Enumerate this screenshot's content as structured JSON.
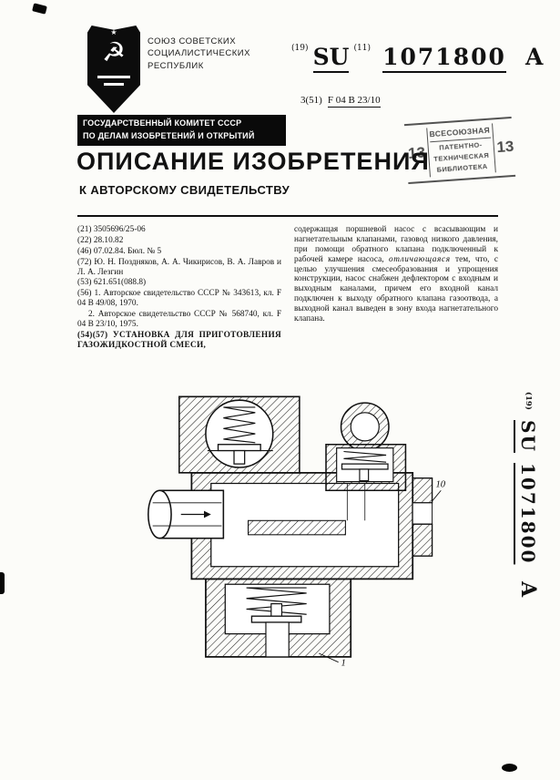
{
  "page": {
    "emblem_star": "★",
    "emblem_glyph": "☭",
    "union_lines": [
      "СОЮЗ СОВЕТСКИХ",
      "СОЦИАЛИСТИЧЕСКИХ",
      "РЕСПУБЛИК"
    ],
    "doc_codes": {
      "code19": "(19)",
      "country": "SU",
      "code11": "(11)",
      "number": "1071800",
      "kind": "A"
    },
    "class_line": {
      "prefix": "3(51)",
      "code": "F 04 B 23/10"
    },
    "committee_lines": [
      "ГОСУДАРСТВЕННЫЙ КОМИТЕТ СССР",
      "ПО ДЕЛАМ ИЗОБРЕТЕНИЙ И ОТКРЫТИЙ"
    ],
    "stamp": {
      "left_number": "13",
      "right_number": "13",
      "lines": [
        "ВСЕСОЮЗНАЯ",
        "ПАТЕНТНО-",
        "ТЕХНИЧЕСКАЯ",
        "БИБЛИОТЕКА"
      ]
    },
    "title": "ОПИСАНИЕ ИЗОБРЕТЕНИЯ",
    "subtitle": "К АВТОРСКОМУ СВИДЕТЕЛЬСТВУ"
  },
  "biblio": {
    "entries": [
      "(21) 3505696/25-06",
      "(22) 28.10.82",
      "(46) 07.02.84. Бюл. № 5",
      "(72) Ю. Н. Поздняков, А. А. Чикирисов, В. А. Лавров и Л. А. Лезгин",
      "(53) 621.651(088.8)",
      "(56) 1. Авторское свидетельство СССР № 343613, кл. F 04 B 49/08, 1970.",
      "2. Авторское свидетельство СССР № 568740, кл. F 04 B 23/10, 1975."
    ],
    "title_entry": "(54)(57) УСТАНОВКА ДЛЯ ПРИГОТОВЛЕНИЯ ГАЗОЖИДКОСТНОЙ СМЕСИ,"
  },
  "abstract": {
    "part1": "содержащая поршневой насос с всасывающим и нагнетательным клапанами, газовод низкого давления, при помощи обратного клапана подключенный к рабочей камере насоса, ",
    "emphasis": "отличающаяся",
    "part2": " тем, что, с целью улучшения смесеобразования и упрощения конструкции, насос снабжен дефлектором с входным и выходным каналами, причем его входной канал подключен к выходу обратного клапана газоотвода, а выходной канал выведен в зону входа нагнетательного клапана."
  },
  "figure": {
    "labels": [
      "10",
      "1"
    ]
  },
  "side_label": {
    "code19": "(19)",
    "country": "SU",
    "number": "1071800",
    "kind": "A"
  }
}
